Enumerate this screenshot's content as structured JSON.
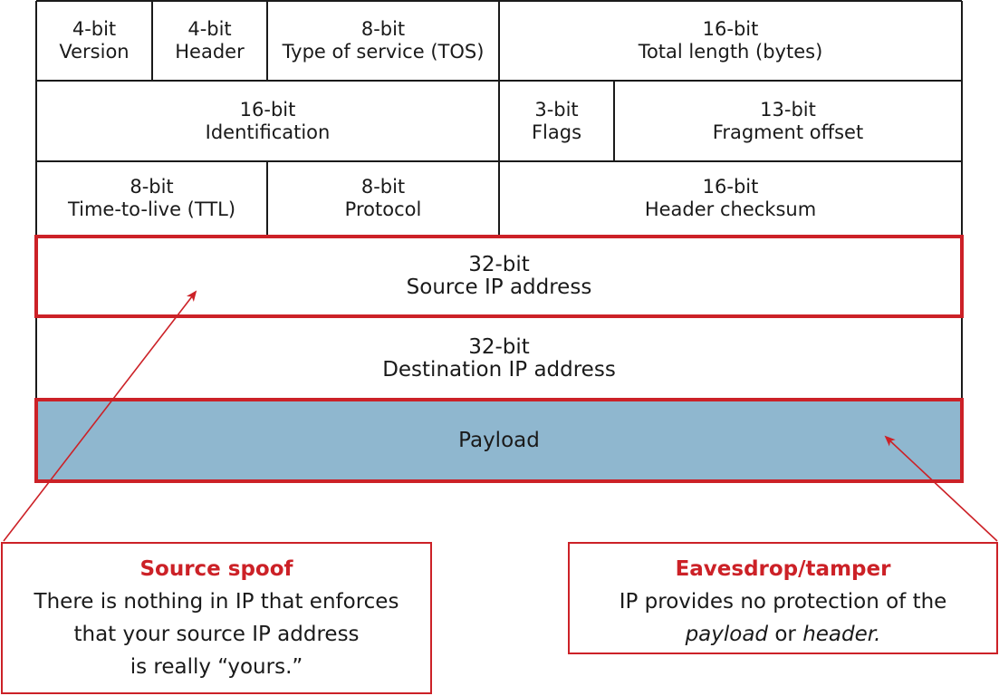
{
  "header_rows": [
    [
      {
        "bits": "4-bit",
        "name": "Version"
      },
      {
        "bits": "4-bit",
        "name": "Header"
      },
      {
        "bits": "8-bit",
        "name": "Type of service (TOS)"
      },
      {
        "bits": "16-bit",
        "name": "Total length (bytes)"
      }
    ],
    [
      {
        "bits": "16-bit",
        "name": "Identification"
      },
      {
        "bits": "3-bit",
        "name": "Flags"
      },
      {
        "bits": "13-bit",
        "name": "Fragment offset"
      }
    ],
    [
      {
        "bits": "8-bit",
        "name": "Time-to-live (TTL)"
      },
      {
        "bits": "8-bit",
        "name": "Protocol"
      },
      {
        "bits": "16-bit",
        "name": "Header checksum"
      }
    ]
  ],
  "source_ip": {
    "bits": "32-bit",
    "name": "Source IP address"
  },
  "destination_ip": {
    "bits": "32-bit",
    "name": "Destination IP address"
  },
  "payload": {
    "label": "Payload"
  },
  "callouts": {
    "source_spoof": {
      "title": "Source spoof",
      "lines": [
        "There is nothing in IP that enforces",
        "that your source IP address",
        "is really “yours.”"
      ]
    },
    "eavesdrop": {
      "title": "Eavesdrop/tamper",
      "line1": "IP provides no protection of the",
      "line2_em1": "payload",
      "line2_mid": " or ",
      "line2_em2": "header."
    }
  },
  "colors": {
    "highlight_red": "#cc2127",
    "payload_fill": "#8fb7cf",
    "grid_line": "#1a1a1a"
  }
}
